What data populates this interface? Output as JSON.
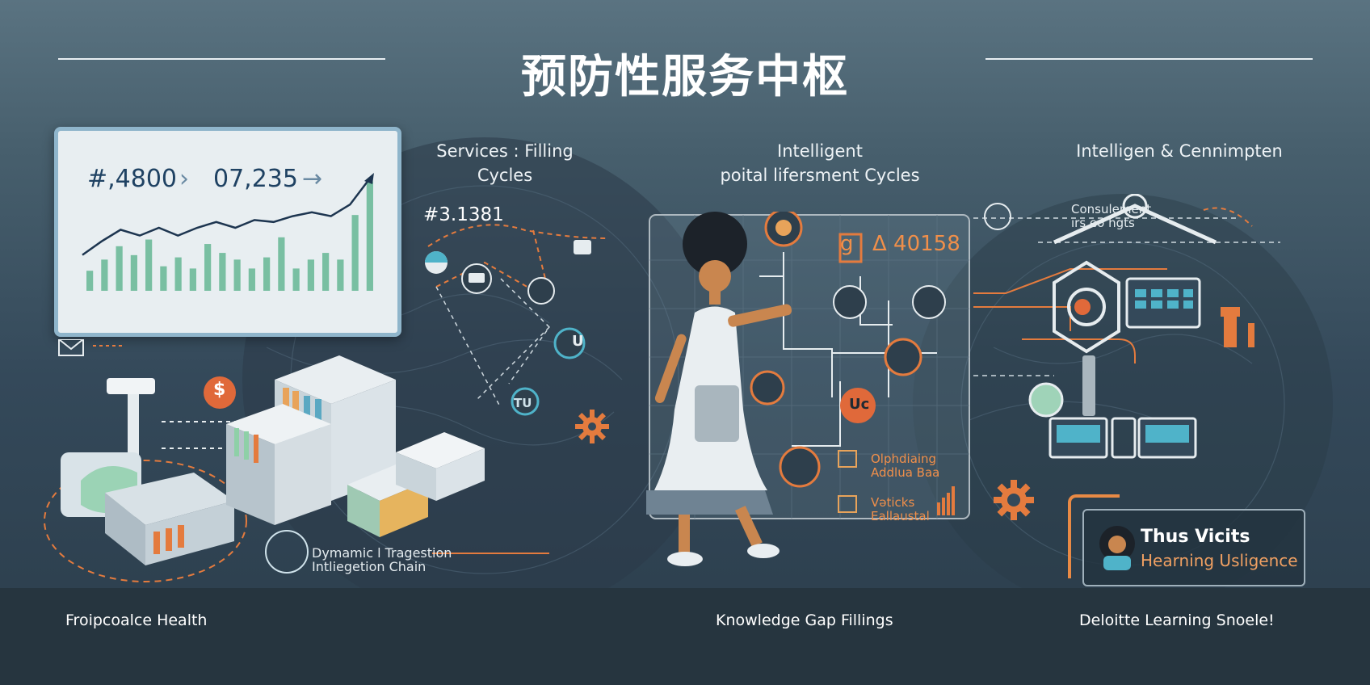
{
  "header": {
    "title": "预防性服务中枢"
  },
  "chart_panel": {
    "value_left": "#,4800",
    "value_right": "07,235",
    "arrow": "›",
    "arrow_right": "→",
    "chart_data": {
      "type": "bar",
      "title": "",
      "xlabel": "",
      "ylabel": "",
      "bars": [
        0.18,
        0.28,
        0.4,
        0.32,
        0.46,
        0.22,
        0.3,
        0.2,
        0.42,
        0.34,
        0.28,
        0.2,
        0.3,
        0.48,
        0.2,
        0.28,
        0.34,
        0.28,
        0.68,
        0.98
      ],
      "line": [
        0.22,
        0.36,
        0.48,
        0.42,
        0.5,
        0.42,
        0.5,
        0.56,
        0.5,
        0.58,
        0.56,
        0.62,
        0.66,
        0.62,
        0.74,
        1.0
      ],
      "bar_color": "#79bfa2",
      "line_color": "#1d3550"
    }
  },
  "captions": {
    "services_line1": "Services : Filling",
    "services_line2": "Cycles",
    "services_value": "#3.1381",
    "intelligent_line1": "Intelligent",
    "intelligent_line2": "poital lifersment Cycles",
    "intelligen_right": "Intelligen & Cennimpten",
    "consulement_line1": "Consulement",
    "consulement_line2": "ırs eo hgts",
    "delta_value": "Δ 40158",
    "delta_g": "g",
    "dynamic_line1": "Dymamic l Tragestion",
    "dynamic_line2": "Intliegetion Chain",
    "olph_line1": "Olphdiaing",
    "olph_line2": "Addlua Baa",
    "vetick_line1": "Vəticks",
    "vetick_line2": "Eallaustal",
    "uc_badge": "Uc",
    "tu_icon": "TU",
    "u_icon": "U",
    "dollar_icon": "$"
  },
  "card": {
    "title": "Thus Vicits",
    "subtitle": "Hearning Usligence"
  },
  "footer": {
    "left": "Froipcoalce Health",
    "center": "Knowledge Gap Fillings",
    "right": "Deloitte Learning Snoele!"
  },
  "colors": {
    "accent_orange": "#e47b3e",
    "accent_teal": "#4fb3c9",
    "panel_bg": "#e8eef1",
    "footer_bg": "#26353f"
  }
}
